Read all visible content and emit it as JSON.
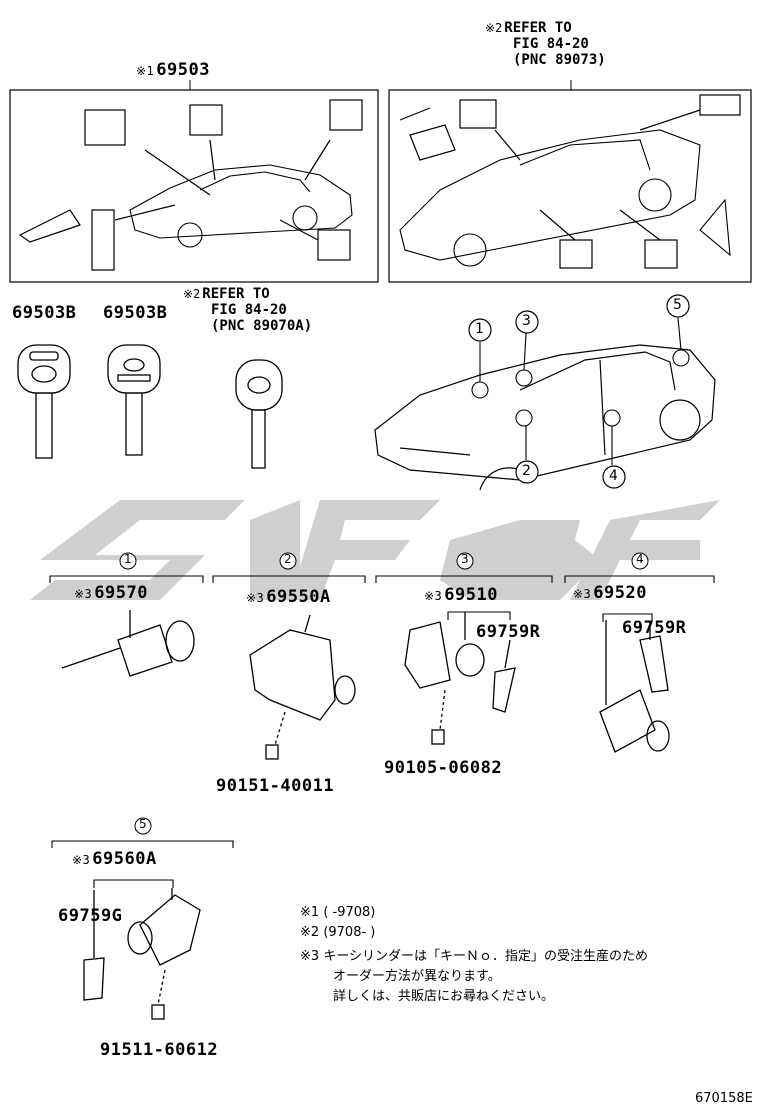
{
  "top_labels": {
    "main_part": "69503",
    "main_mark": "※1",
    "refer_top_mark": "※2",
    "refer_top_l1": "REFER TO",
    "refer_top_l2": "FIG 84-20",
    "refer_top_l3": "(PNC 89073)",
    "refer_mid_mark": "※2",
    "refer_mid_l1": "REFER TO",
    "refer_mid_l2": "FIG 84-20",
    "refer_mid_l3": "(PNC 89070A)"
  },
  "keys": {
    "key1": "69503B",
    "key2": "69503B"
  },
  "locations": [
    "1",
    "2",
    "3",
    "4",
    "5"
  ],
  "groups": [
    {
      "num": "1",
      "mark": "※3",
      "part": "69570"
    },
    {
      "num": "2",
      "mark": "※3",
      "part": "69550A",
      "bolt": "90151-40011"
    },
    {
      "num": "3",
      "mark": "※3",
      "part": "69510",
      "sub": "69759R",
      "bolt": "90105-06082"
    },
    {
      "num": "4",
      "mark": "※3",
      "part": "69520",
      "sub": "69759R"
    },
    {
      "num": "5",
      "mark": "※3",
      "part": "69560A",
      "sub": "69759G",
      "bolt": "91511-60612"
    }
  ],
  "notes": {
    "n1_mark": "※1",
    "n1_text": "(     -9708)",
    "n2_mark": "※2",
    "n2_text": "(9708-     )",
    "n3_mark": "※3",
    "n3_l1": "キーシリンダーは「キーＮｏ．指定」の受注生産のため",
    "n3_l2": "オーダー方法が異なります。",
    "n3_l3": "詳しくは、共販店にお尋ねください。"
  },
  "figure_id": "670158E",
  "colors": {
    "line": "#000000",
    "watermark": "#c8c8c8"
  }
}
